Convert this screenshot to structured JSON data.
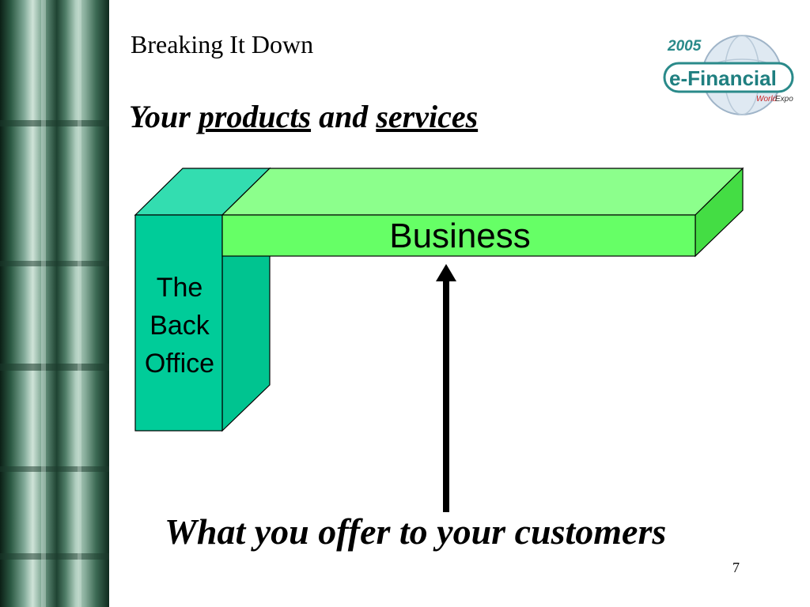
{
  "slide": {
    "subtitle": "Breaking It Down",
    "heading": {
      "part1": "Your ",
      "part2": "products",
      "part3": " and ",
      "part4": "services"
    },
    "caption": "What you offer to your customers",
    "page_number": "7"
  },
  "logo": {
    "year": "2005",
    "brand": "e-Financial",
    "tagline_world": "World",
    "tagline_expo": "Expo"
  },
  "diagram": {
    "business_label": "Business",
    "back_office_lines": [
      "The",
      "Back",
      "Office"
    ]
  },
  "colors": {
    "business_front": "#66ff66",
    "business_top": "#8cff8c",
    "business_side": "#44dd44",
    "backoffice_front": "#00cc99",
    "backoffice_top": "#33ddb0",
    "arrow": "#000000"
  }
}
